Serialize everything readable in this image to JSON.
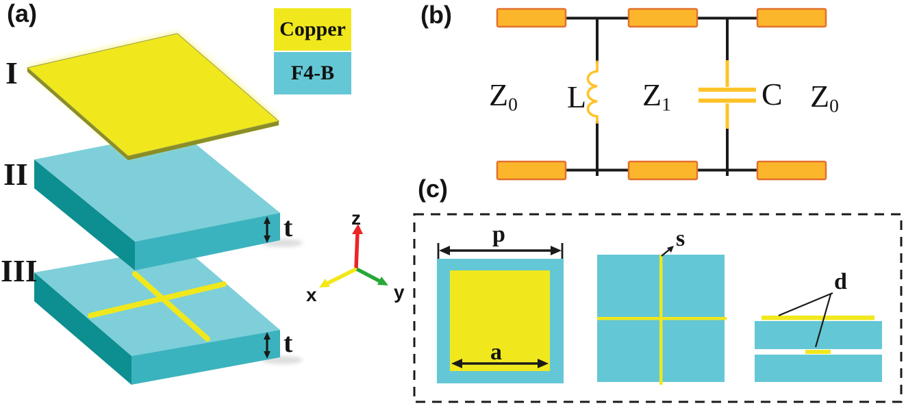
{
  "figure": {
    "panel_a": {
      "label": "(a)",
      "layers": [
        "I",
        "II",
        "III"
      ],
      "legend": [
        {
          "name": "Copper",
          "color": "#F0E81D"
        },
        {
          "name": "F4-B",
          "color": "#64C7D5"
        }
      ],
      "thickness_label": "t",
      "axes": {
        "x": "x",
        "y": "y",
        "z": "z"
      }
    },
    "panel_b": {
      "label": "(b)",
      "impedance_left": {
        "main": "Z",
        "sub": "0"
      },
      "inductor_label": "L",
      "impedance_mid": {
        "main": "Z",
        "sub": "1"
      },
      "capacitor_label": "C",
      "impedance_right": {
        "main": "Z",
        "sub": "0"
      }
    },
    "panel_c": {
      "label": "(c)",
      "dim_period": "p",
      "dim_patch": "a",
      "dim_slot": "s",
      "dim_copper_thickness": "d"
    },
    "colors": {
      "copper_yellow": "#F0E81D",
      "substrate_cyan": "#64C7D5",
      "substrate_top": "#7ECFDA",
      "substrate_side_dark": "#0D8E90",
      "substrate_front": "#3BB3BE",
      "microstrip_orange": "#FCB62B",
      "microstrip_border": "#E1712E",
      "component_yellow": "#FFC32A",
      "axis_x_yellow": "#F2E816",
      "axis_y_green": "#27A737",
      "axis_z_red": "#EB2426",
      "line_black": "#1A1A1A"
    }
  }
}
